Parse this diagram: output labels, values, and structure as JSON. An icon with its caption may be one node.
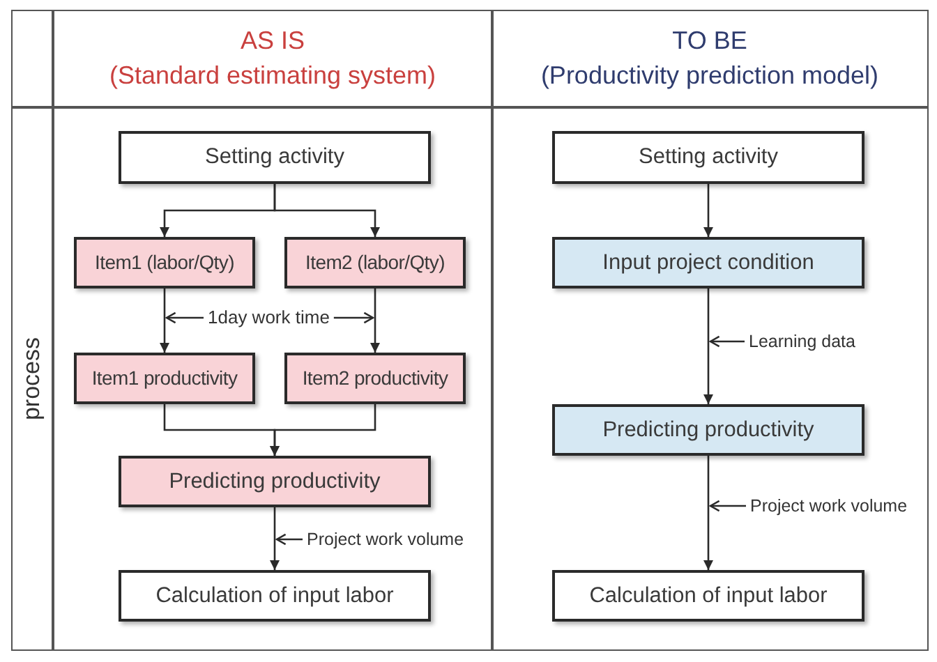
{
  "diagram": {
    "nodes": [
      {
        "text": [
          "Setting activity"
        ]
      },
      {
        "text": [
          "Item1 (labor/Qty)"
        ]
      },
      {
        "text": [
          "Item2 (labor/Qty)"
        ]
      },
      {
        "text": [
          "1day work time"
        ]
      },
      {
        "text": [
          "Item1 productivity"
        ]
      },
      {
        "text": [
          "Item2 productivity"
        ]
      },
      {
        "text": [
          "Predicting productivity"
        ]
      },
      {
        "text": [
          "Project work volume"
        ]
      },
      {
        "text": [
          "Calculation of input labor"
        ]
      },
      {
        "text": [
          "Setting activity"
        ]
      },
      {
        "text": [
          "Input project condition"
        ]
      },
      {
        "text": [
          "Learning data"
        ]
      },
      {
        "text": [
          "Predicting productivity"
        ]
      },
      {
        "text": [
          "Project work volume"
        ]
      },
      {
        "text": [
          "Calculation of input labor"
        ]
      }
    ],
    "edges": [
      {
        "from": 0,
        "to": 1,
        "arrow": "to"
      },
      {
        "from": 0,
        "to": 2,
        "arrow": "to"
      },
      {
        "from": 1,
        "to": 4,
        "arrow": "to"
      },
      {
        "from": 2,
        "to": 5,
        "arrow": "to"
      },
      {
        "from": 4,
        "to": 6,
        "arrow": "to"
      },
      {
        "from": 5,
        "to": 6,
        "arrow": "to"
      },
      {
        "from": 6,
        "to": 8,
        "arrow": "to"
      },
      {
        "from": 3,
        "to": null,
        "arrow": "to"
      },
      {
        "from": 3,
        "to": null,
        "arrow": "to"
      },
      {
        "from": 7,
        "to": null,
        "arrow": "to"
      },
      {
        "from": 9,
        "to": 10,
        "arrow": "to"
      },
      {
        "from": 10,
        "to": 12,
        "arrow": "to"
      },
      {
        "from": 12,
        "to": 14,
        "arrow": "to"
      },
      {
        "from": 11,
        "to": null,
        "arrow": "to"
      },
      {
        "from": 13,
        "to": null,
        "arrow": "to"
      }
    ],
    "labels": [
      "AS IS",
      "(Standard estimating system)",
      "TO BE",
      "(Productivity prediction model)",
      "process"
    ]
  }
}
